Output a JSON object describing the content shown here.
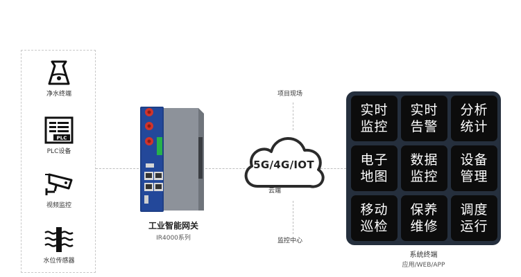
{
  "devices": [
    {
      "label": "净水终端",
      "icon": "water-tank-icon"
    },
    {
      "label": "PLC设备",
      "icon": "plc-icon",
      "badge": "PLC"
    },
    {
      "label": "视频监控",
      "icon": "camera-icon"
    },
    {
      "label": "水位传感器",
      "icon": "water-level-sensor-icon"
    }
  ],
  "gateway": {
    "title": "工业智能网关",
    "model": "IR4000系列"
  },
  "cloud": {
    "text": "5G/4G/IOT",
    "label": "云端"
  },
  "top_label": "项目现场",
  "bottom_label": "监控中心",
  "terminal": {
    "tiles": [
      "实时监控",
      "实时告警",
      "分析统计",
      "电子地图",
      "数据监控",
      "设备管理",
      "移动巡检",
      "保养维修",
      "调度运行"
    ],
    "title": "系统终端",
    "subtitle": "应用/WEB/APP"
  },
  "colors": {
    "panel": "#252f3d",
    "tile": "#0c0c0c",
    "antenna": "#d0342c"
  }
}
